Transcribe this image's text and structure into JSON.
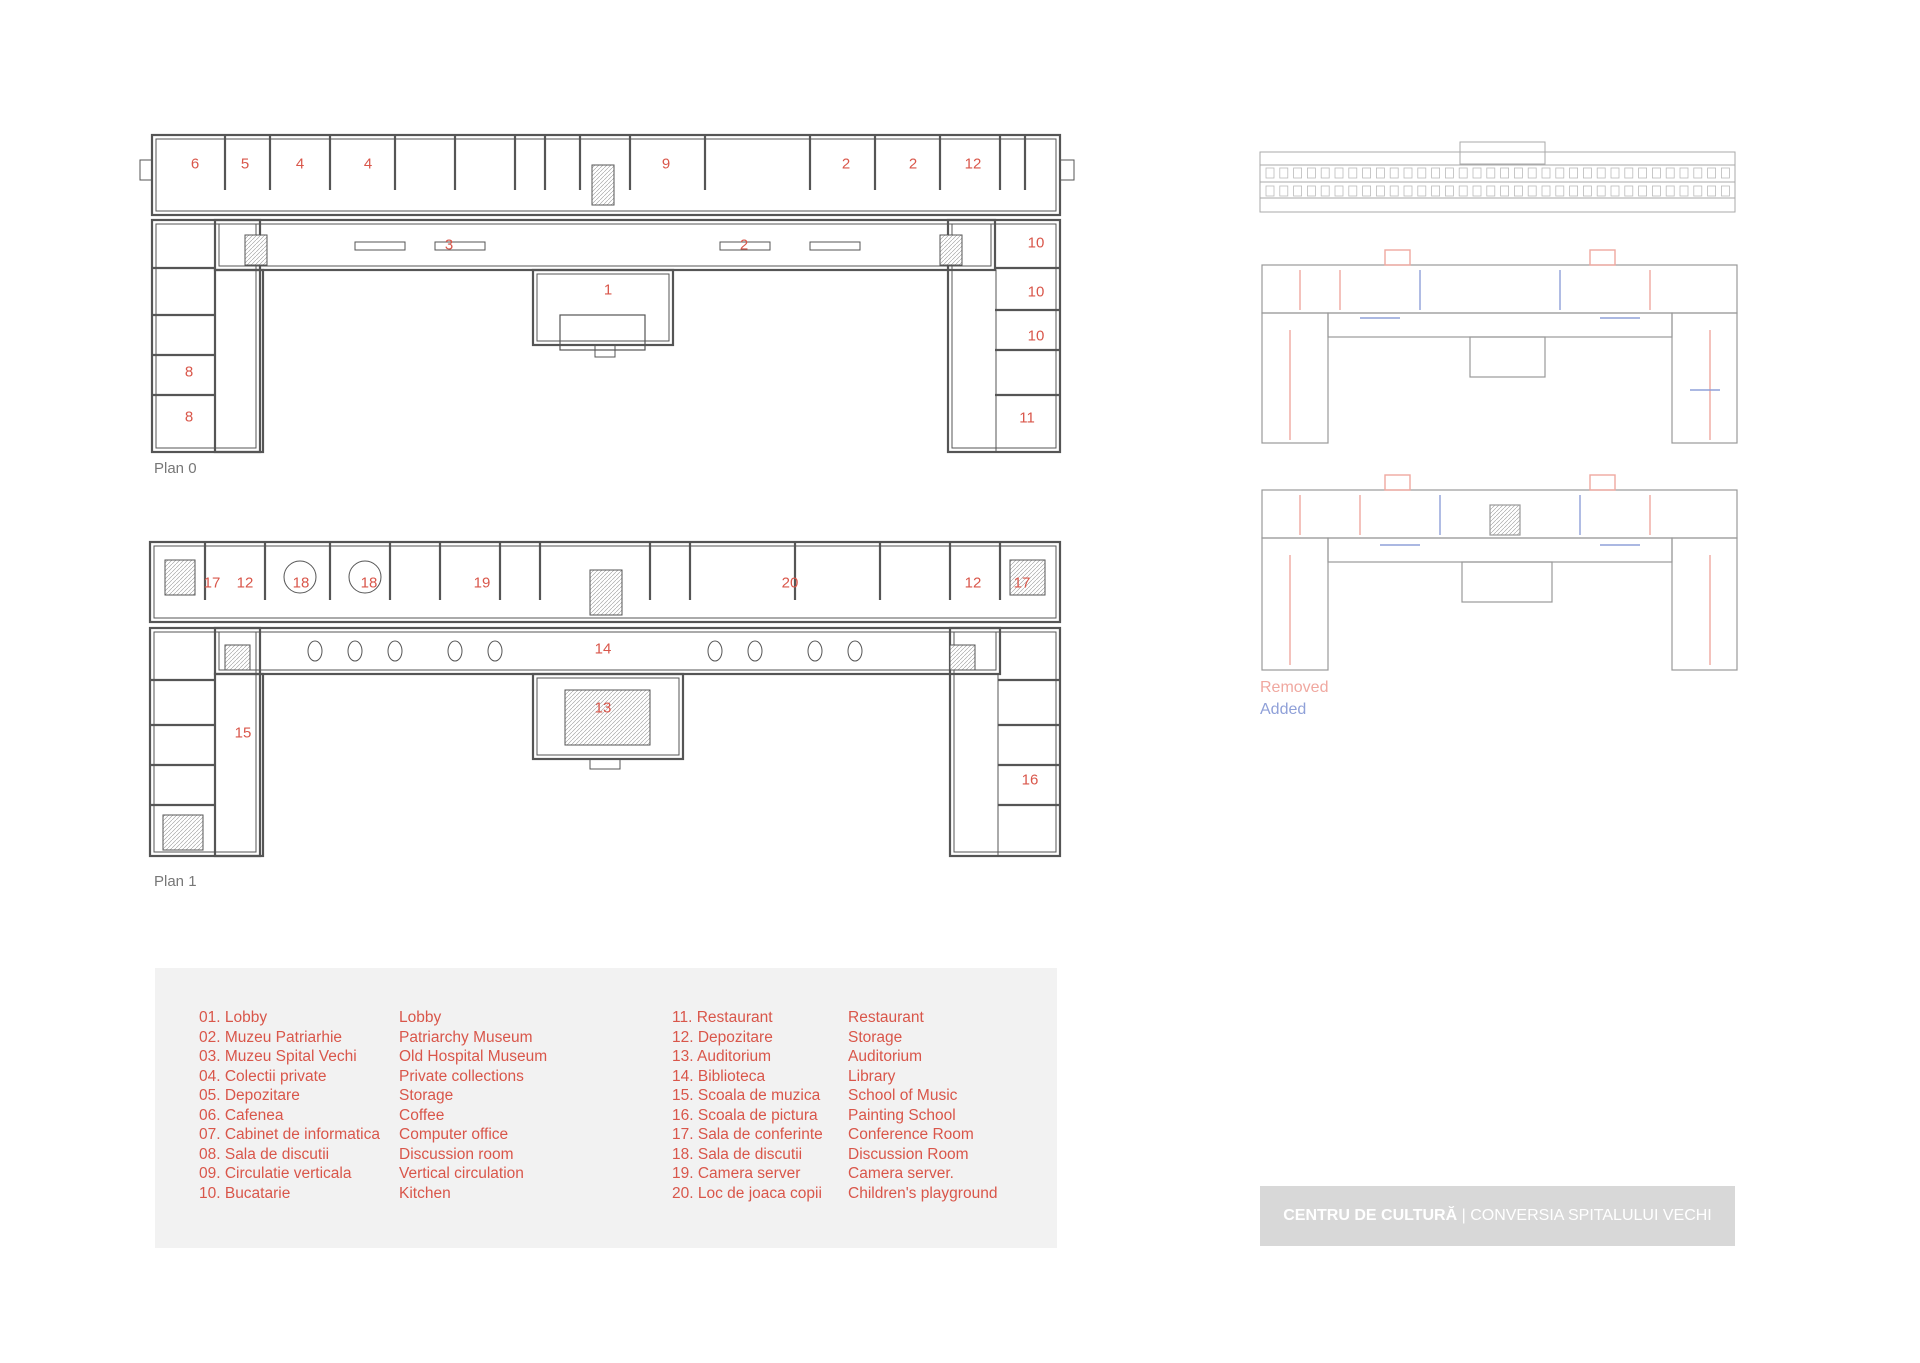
{
  "plans": {
    "plan0": {
      "caption": "Plan 0",
      "rooms": [
        "6",
        "5",
        "4",
        "4",
        "9",
        "2",
        "2",
        "12",
        "3",
        "2",
        "1",
        "10",
        "10",
        "10",
        "11",
        "8",
        "8"
      ]
    },
    "plan1": {
      "caption": "Plan 1",
      "rooms": [
        "17",
        "12",
        "18",
        "18",
        "19",
        "20",
        "12",
        "17",
        "14",
        "13",
        "15",
        "16"
      ]
    }
  },
  "key": {
    "removed": "Removed",
    "added": "Added"
  },
  "legend": {
    "left": {
      "numbers": [
        "01. Lobby",
        "02. Muzeu Patriarhie",
        "03. Muzeu Spital Vechi",
        "04. Colectii private",
        "05. Depozitare",
        "06. Cafenea",
        "07. Cabinet de informatica",
        "08. Sala de discutii",
        "09. Circulatie verticala",
        "10. Bucatarie"
      ],
      "translations": [
        "Lobby",
        "Patriarchy Museum",
        "Old Hospital Museum",
        "Private collections",
        "Storage",
        "Coffee",
        "Computer office",
        "Discussion room",
        "Vertical circulation",
        "Kitchen"
      ]
    },
    "right": {
      "numbers": [
        "11. Restaurant",
        "12. Depozitare",
        "13. Auditorium",
        "14. Biblioteca",
        "15. Scoala de muzica",
        "16. Scoala de pictura",
        "17. Sala de conferinte",
        "18. Sala de discutii",
        "19. Camera server",
        "20. Loc de joaca copii"
      ],
      "translations": [
        "Restaurant",
        "Storage",
        "Auditorium",
        "Library",
        "School of Music",
        "Painting School",
        "Conference Room",
        "Discussion Room",
        "Camera server.",
        "Children's playground"
      ]
    }
  },
  "title": {
    "bold": "CENTRU DE CULTURĂ",
    "separator": " | ",
    "rest": "CONVERSIA SPITALULUI VECHI"
  },
  "colors": {
    "wall": "#555555",
    "room_number": "#d9564a",
    "removed": "#f0a8a0",
    "added": "#8fa0d8",
    "legend_bg": "#f2f2f2",
    "title_bg": "#d8d8d8"
  }
}
